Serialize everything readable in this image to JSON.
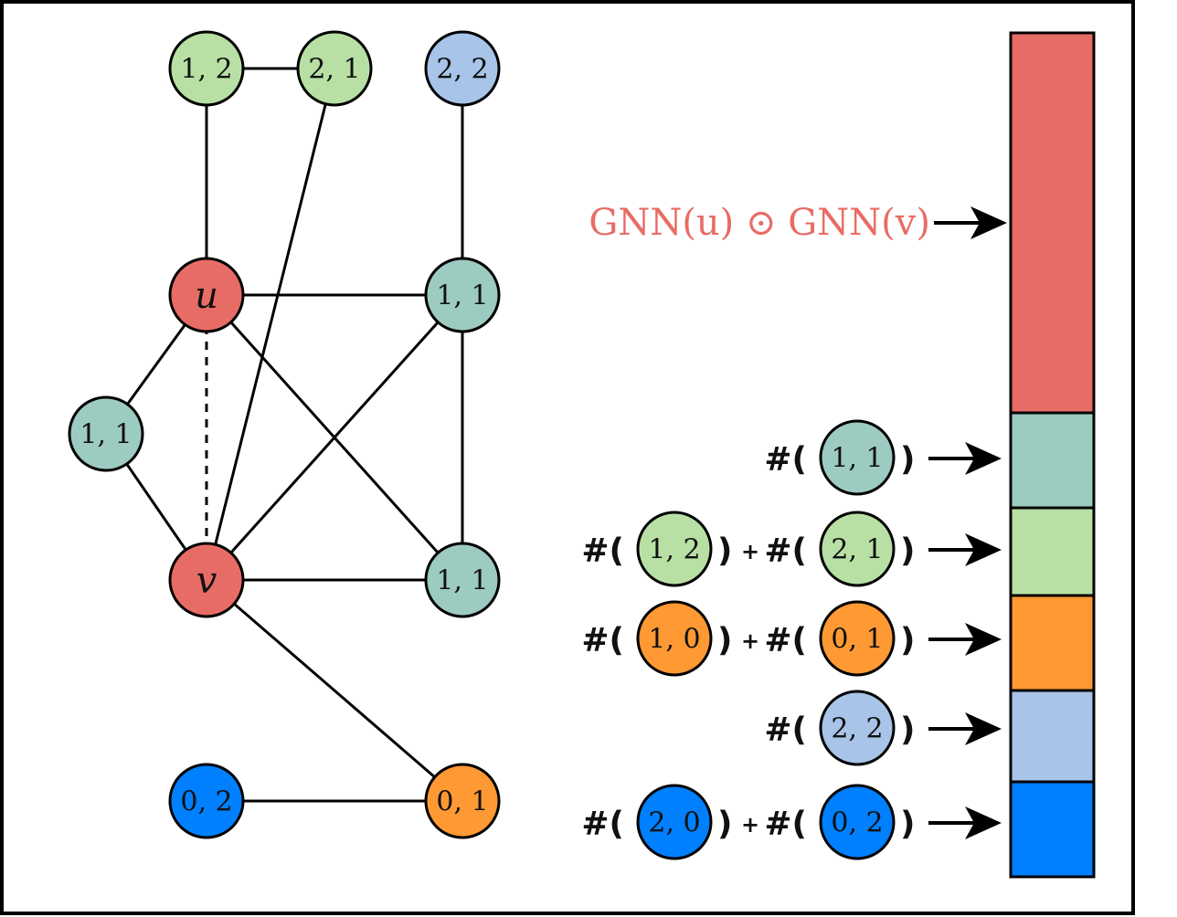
{
  "colors": {
    "red": "#e86c66",
    "teal": "#9ccbc1",
    "green": "#b8e0a5",
    "lightblue": "#a8c4e8",
    "orange": "#ff9933",
    "blue": "#0080ff",
    "stroke": "#000000"
  },
  "graph": {
    "nodes": [
      {
        "id": "u",
        "label": "u",
        "color": "red",
        "math": true
      },
      {
        "id": "v",
        "label": "v",
        "color": "red",
        "math": true
      },
      {
        "id": "n12",
        "label": "1, 2",
        "color": "green"
      },
      {
        "id": "n21",
        "label": "2, 1",
        "color": "green"
      },
      {
        "id": "n22",
        "label": "2, 2",
        "color": "lightblue"
      },
      {
        "id": "n11_right_top",
        "label": "1, 1",
        "color": "teal"
      },
      {
        "id": "n11_left",
        "label": "1, 1",
        "color": "teal"
      },
      {
        "id": "n11_right_bottom",
        "label": "1, 1",
        "color": "teal"
      },
      {
        "id": "n02",
        "label": "0, 2",
        "color": "blue"
      },
      {
        "id": "n01",
        "label": "0, 1",
        "color": "orange"
      }
    ],
    "edges": [
      {
        "from": "n12",
        "to": "n21"
      },
      {
        "from": "n12",
        "to": "u"
      },
      {
        "from": "n21",
        "to": "v"
      },
      {
        "from": "n22",
        "to": "n11_right_top"
      },
      {
        "from": "u",
        "to": "n11_right_top"
      },
      {
        "from": "u",
        "to": "n11_left"
      },
      {
        "from": "u",
        "to": "n11_right_bottom"
      },
      {
        "from": "n11_left",
        "to": "v"
      },
      {
        "from": "v",
        "to": "n11_right_top"
      },
      {
        "from": "v",
        "to": "n11_right_bottom"
      },
      {
        "from": "n11_right_top",
        "to": "n11_right_bottom"
      },
      {
        "from": "v",
        "to": "n01"
      },
      {
        "from": "n02",
        "to": "n01"
      },
      {
        "from": "u",
        "to": "v",
        "dashed": true
      }
    ]
  },
  "formula": {
    "text": "GNN(u) ⊙ GNN(v)",
    "color": "red"
  },
  "count_rows": [
    {
      "terms": [
        {
          "label": "1, 1",
          "color": "teal"
        }
      ],
      "bar_color": "teal"
    },
    {
      "terms": [
        {
          "label": "1, 2",
          "color": "green"
        },
        {
          "label": "2, 1",
          "color": "green"
        }
      ],
      "bar_color": "green"
    },
    {
      "terms": [
        {
          "label": "1, 0",
          "color": "orange"
        },
        {
          "label": "0, 1",
          "color": "orange"
        }
      ],
      "bar_color": "orange"
    },
    {
      "terms": [
        {
          "label": "2, 2",
          "color": "lightblue"
        }
      ],
      "bar_color": "lightblue"
    },
    {
      "terms": [
        {
          "label": "2, 0",
          "color": "blue"
        },
        {
          "label": "0, 2",
          "color": "blue"
        }
      ],
      "bar_color": "blue"
    }
  ],
  "count_symbol": "#",
  "plus_symbol": "+"
}
